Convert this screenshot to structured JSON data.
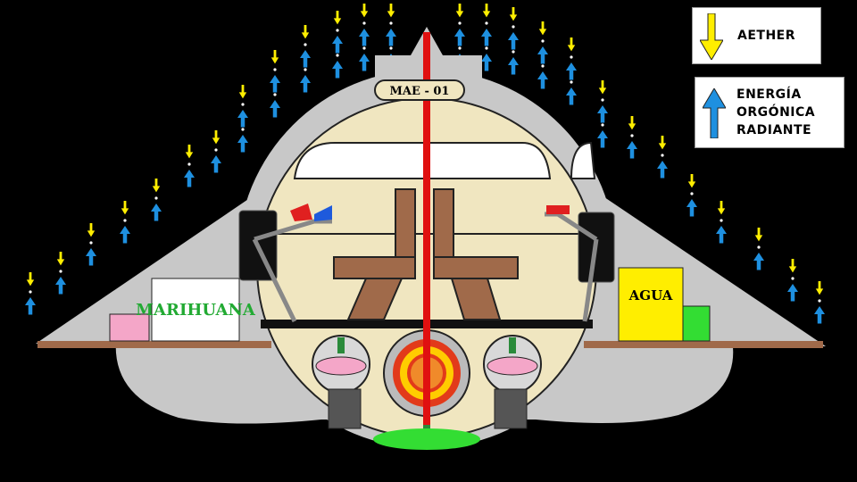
{
  "diagram": {
    "ship_code": "MAE - 01",
    "left_cargo_label": "MARIHUANA",
    "right_cargo_label": "AGUA"
  },
  "legend": {
    "aether": {
      "label": "AETHER",
      "icon": "yellow-down-arrow-icon"
    },
    "orgone": {
      "label_lines": [
        "ENERGÍA",
        "ORGÓNICA",
        "RADIANTE"
      ],
      "icon": "blue-up-arrow-icon"
    }
  },
  "colors": {
    "background": "#000000",
    "hull": "#c8c8c8",
    "cabin": "#f0e6c0",
    "furniture": "#a06a4a",
    "aether": "#ffee00",
    "orgone": "#1e90e0",
    "axis": "#e01010",
    "marihuana_text": "#22aa33",
    "water_box": "#ffee00",
    "green_box": "#33dd33",
    "pink_box": "#f4a6c8",
    "glow": "#33dd33"
  }
}
